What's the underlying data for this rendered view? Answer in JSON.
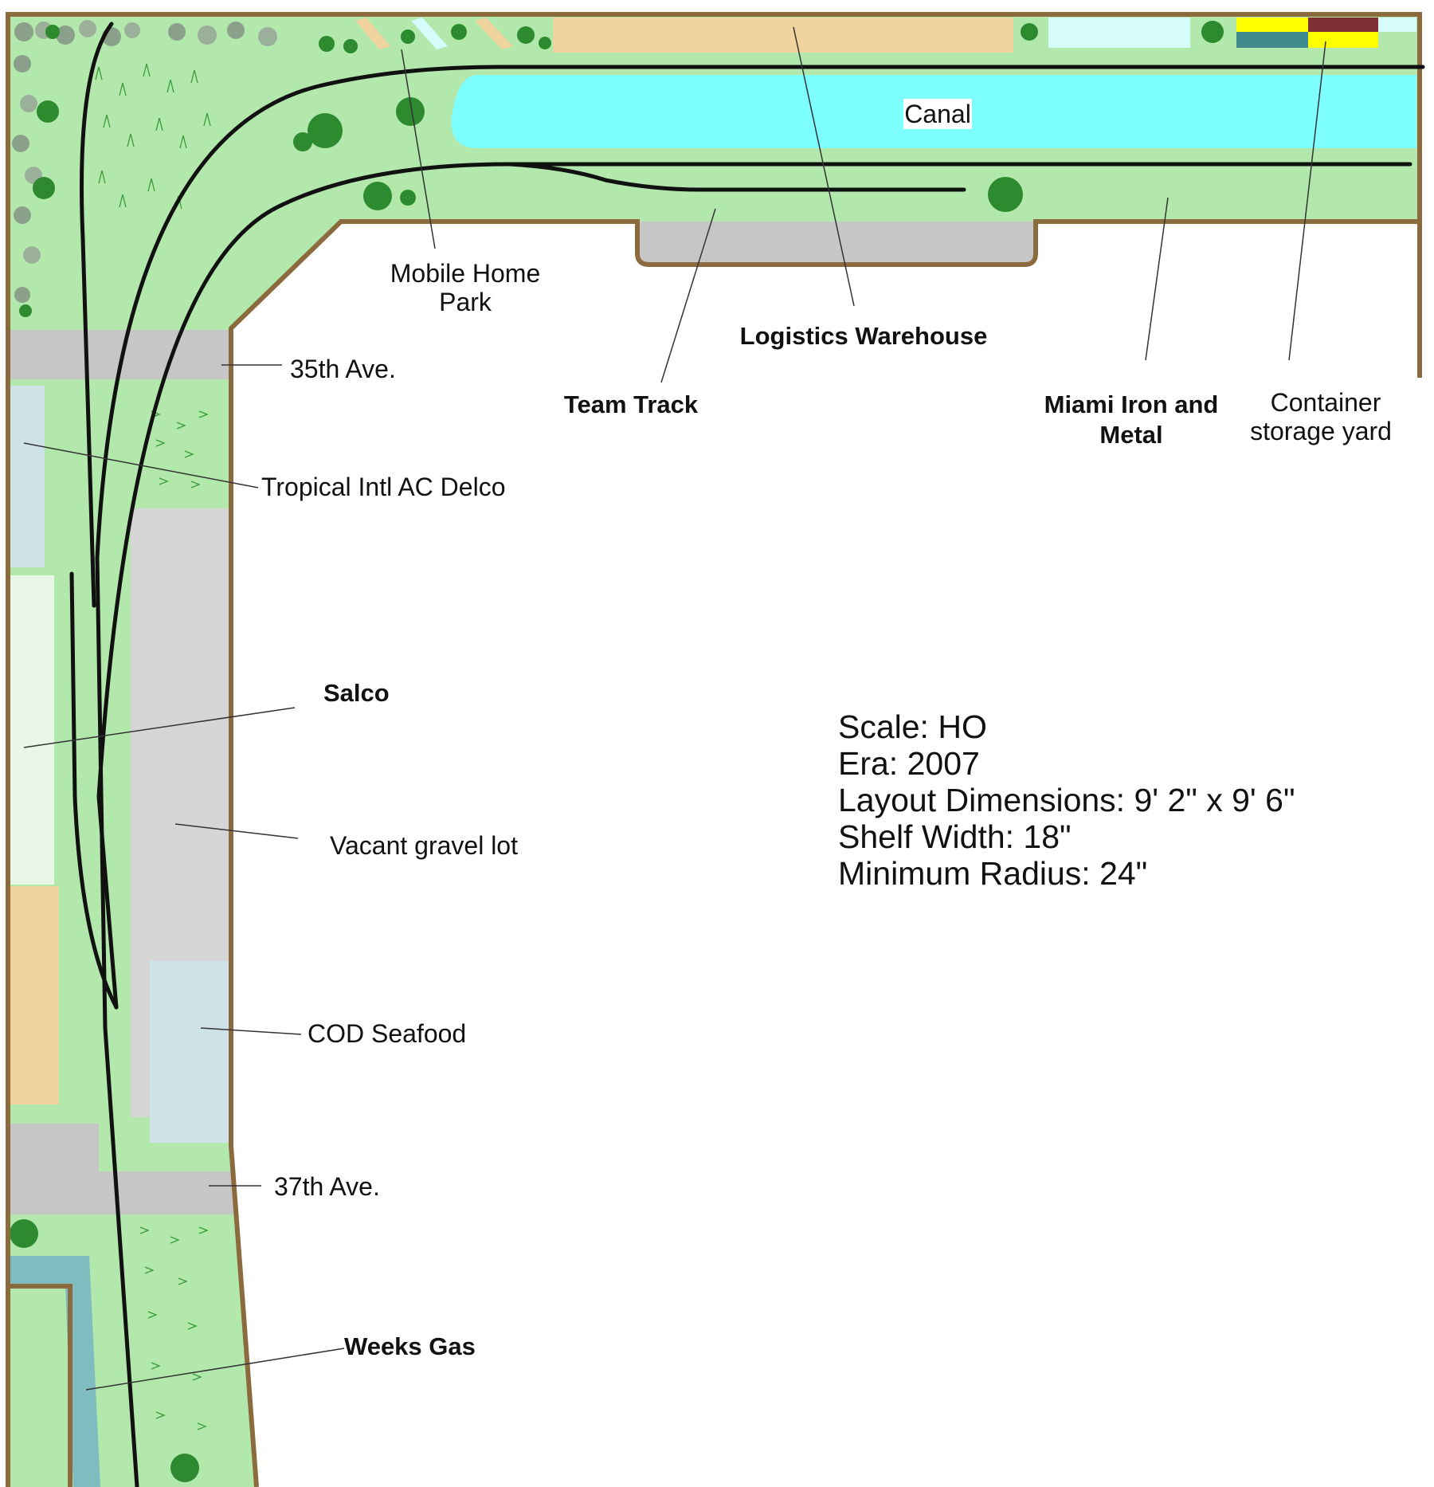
{
  "labels": {
    "canal": "Canal",
    "mobile_home_park_1": "Mobile Home",
    "mobile_home_park_2": "Park",
    "logistics_warehouse": "Logistics Warehouse",
    "team_track": "Team Track",
    "miami_iron_1": "Miami Iron and",
    "miami_iron_2": "Metal",
    "container_yard_1": "Container",
    "container_yard_2": "storage yard",
    "ave_35": "35th Ave.",
    "tropical": "Tropical Intl AC Delco",
    "salco": "Salco",
    "vacant_lot": "Vacant gravel lot",
    "cod_seafood": "COD Seafood",
    "ave_37": "37th Ave.",
    "weeks_gas": "Weeks Gas"
  },
  "specs": {
    "scale": "Scale: HO",
    "era": "Era: 2007",
    "dimensions": "Layout Dimensions: 9' 2\" x 9' 6\"",
    "shelf_width": "Shelf Width: 18\"",
    "min_radius": "Minimum Radius: 24\""
  },
  "colors": {
    "grass": "#b2e8ab",
    "canal": "#7dffff",
    "road": "#c6c6c6",
    "fascia": "#8b6b3d",
    "track": "#111111",
    "building_tan": "#f0d39d",
    "building_lightblue": "#cde3e8",
    "building_pale": "#e8f7e6",
    "weeks_gas_teal": "#7fbcbf",
    "container_yellow": "#ffff00",
    "container_maroon": "#7d2f34",
    "container_teal": "#3f8a8c",
    "trees": "#2e8a2e"
  }
}
